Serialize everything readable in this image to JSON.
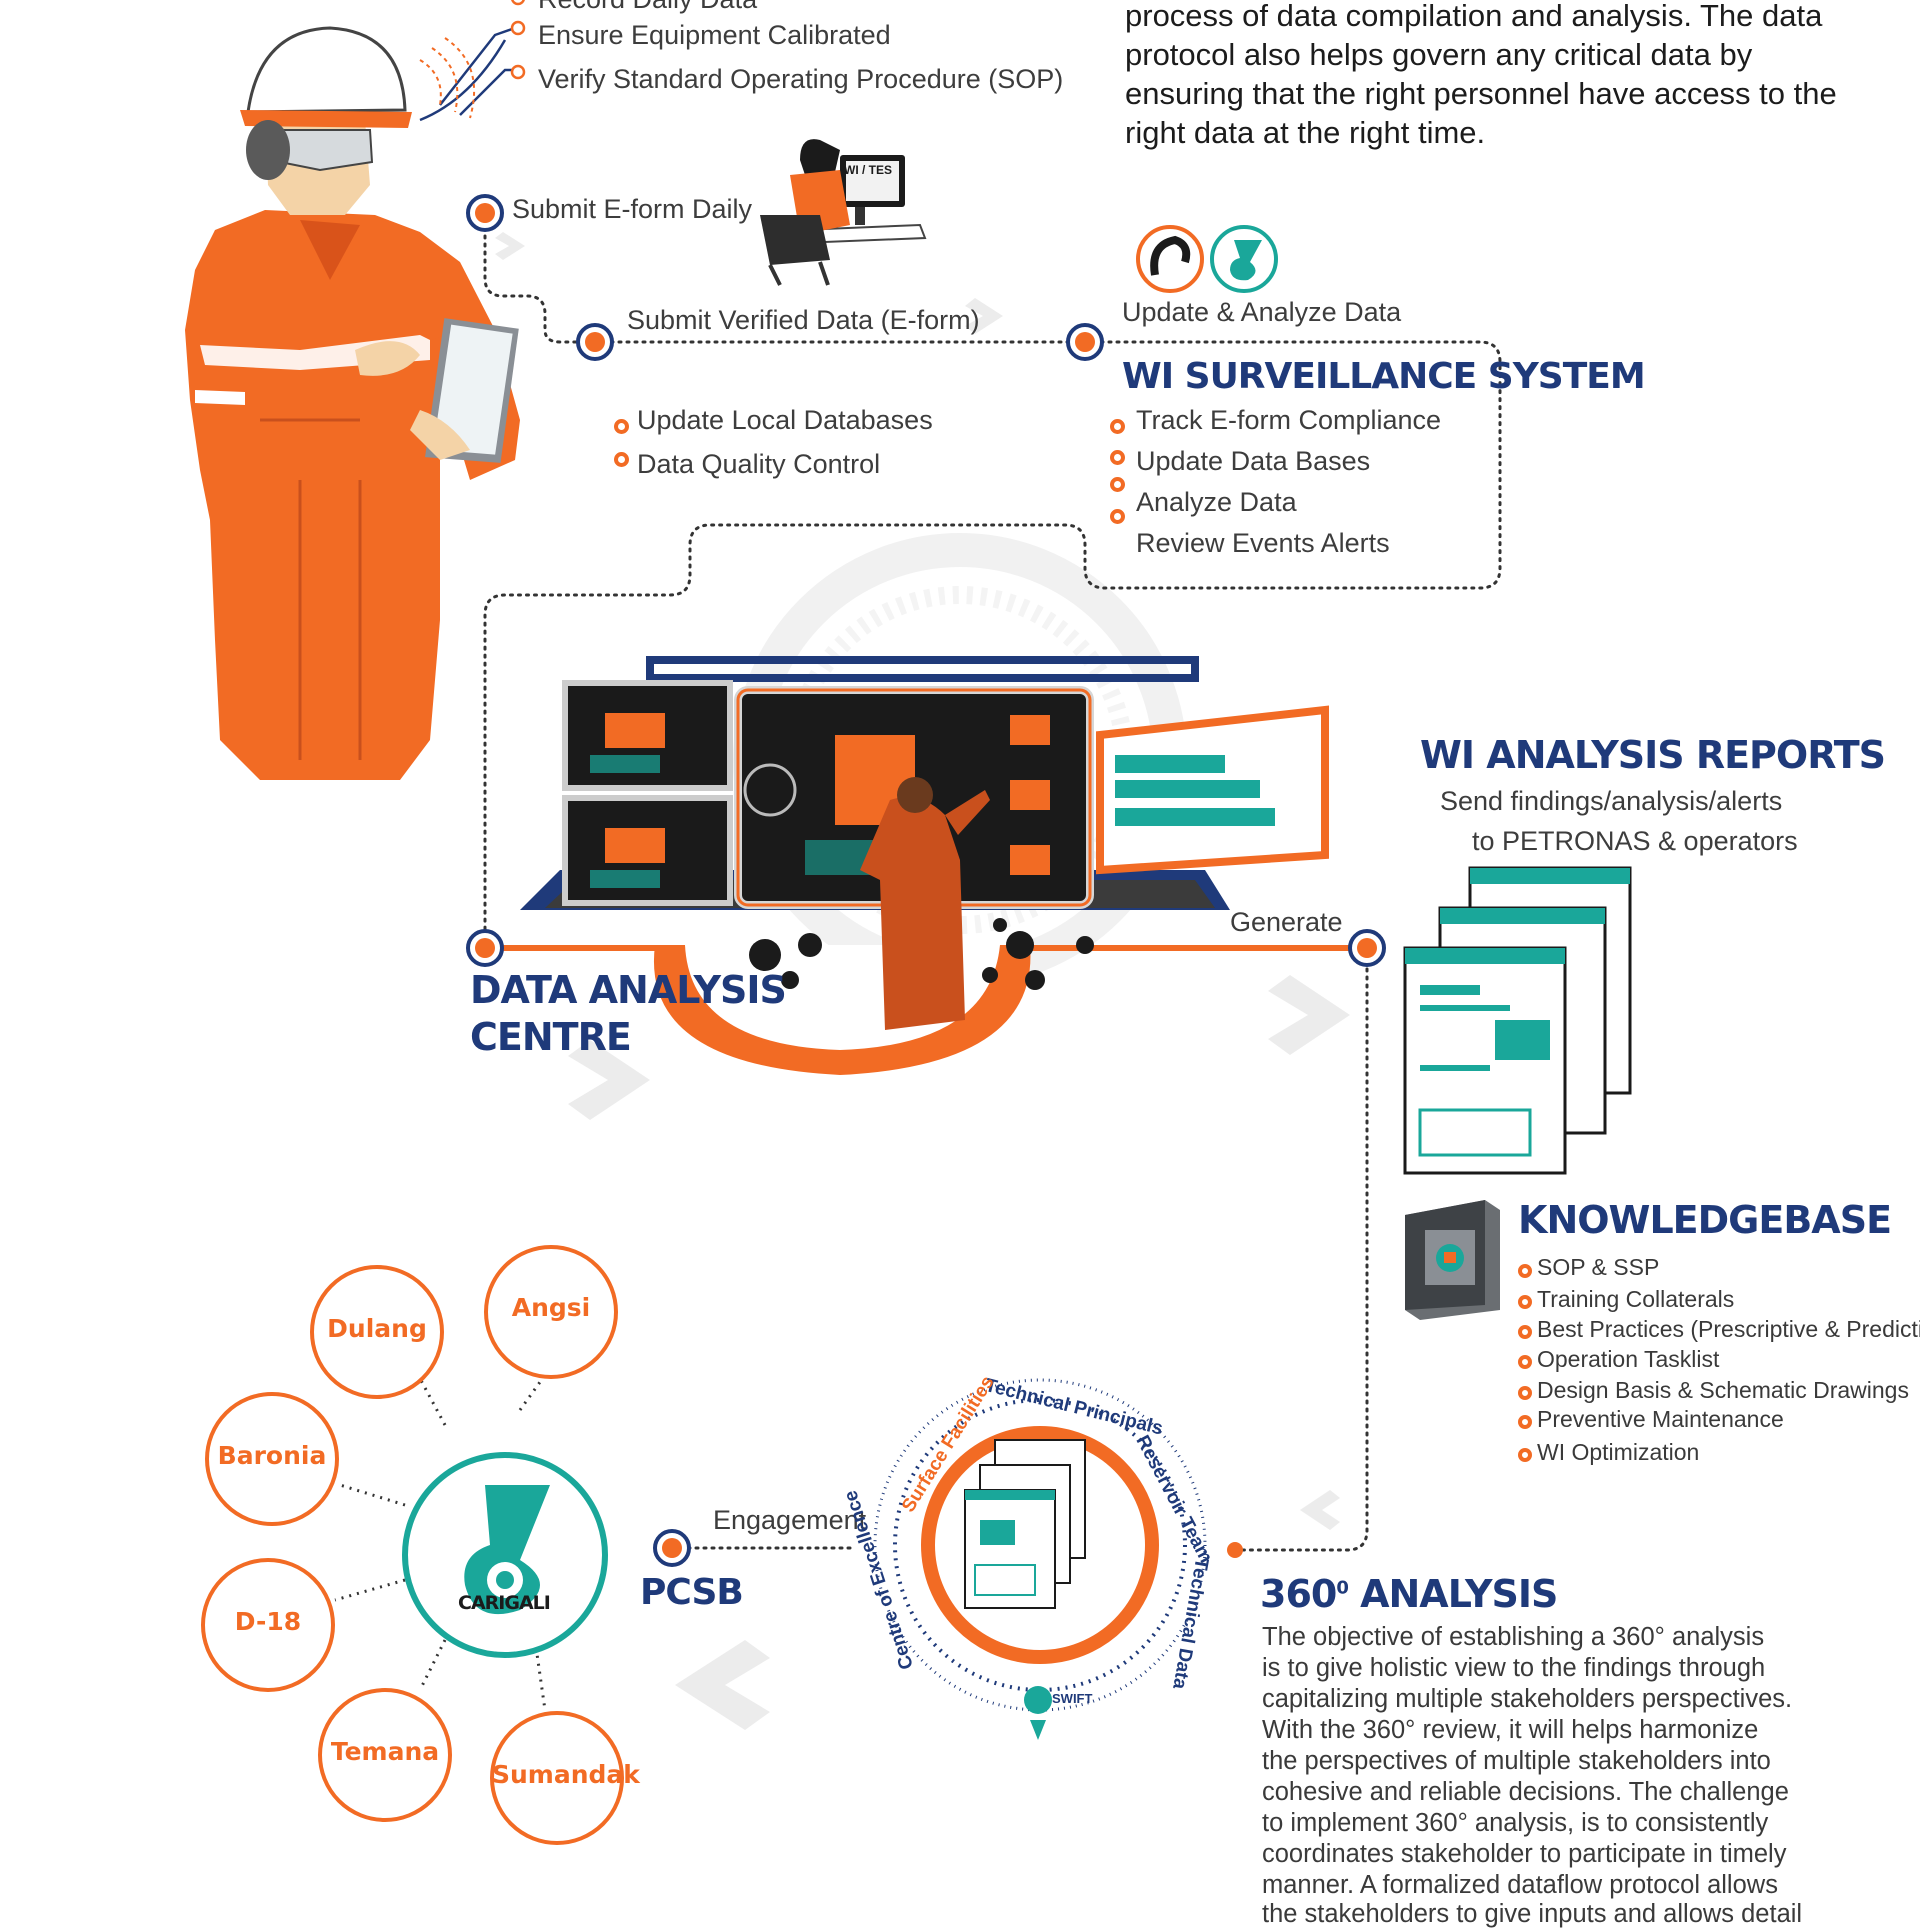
{
  "top_steps": [
    "Record Daily Data",
    "Ensure Equipment Calibrated",
    "Verify Standard Operating Procedure (SOP)"
  ],
  "intro_text": [
    "process of data compilation and analysis. The data",
    "protocol also helps govern any critical data by",
    "ensuring that the right personnel have access to the",
    "right data at the right time."
  ],
  "monitor_sign": "WI / TES",
  "flow": {
    "submit_eform": "Submit E-form Daily",
    "submit_verified": "Submit Verified Data (E-form)",
    "update_analyze": "Update & Analyze Data",
    "generate": "Generate",
    "engagement": "Engagement"
  },
  "local_tasks": [
    "Update Local Databases",
    "Data Quality Control"
  ],
  "surveillance": {
    "title": "WI SURVEILLANCE SYSTEM",
    "items": [
      "Track E-form Compliance",
      "Update Data Bases",
      "Analyze Data",
      "Review Events Alerts"
    ]
  },
  "data_centre": {
    "title_line1": "DATA ANALYSIS",
    "title_line2": "CENTRE"
  },
  "reports": {
    "title": "WI ANALYSIS REPORTS",
    "line1": "Send findings/analysis/alerts",
    "line2": "to PETRONAS & operators"
  },
  "knowledgebase": {
    "title": "KNOWLEDGEBASE",
    "items": [
      "SOP & SSP",
      "Training Collaterals",
      "Best Practices (Prescriptive & Predictive)",
      "Operation Tasklist",
      "Design Basis & Schematic Drawings",
      "Preventive Maintenance",
      "WI Optimization"
    ]
  },
  "analysis360": {
    "title": "360",
    "title_suffix": "ANALYSIS",
    "body": [
      "The objective of establishing a 360° analysis",
      "is to give holistic view to the findings through",
      "capitalizing multiple stakeholders perspectives.",
      "With the 360° review, it will helps harmonize",
      "the perspectives of multiple stakeholders into",
      "cohesive and reliable decisions. The challenge",
      "to implement 360° analysis, is to consistently",
      "coordinates stakeholder to participate in timely",
      "manner. A formalized dataflow protocol allows",
      "the stakeholders to give inputs and allows detail"
    ],
    "ring_labels": [
      "Technical Principals",
      "Reservoir Team",
      "Technical Data",
      "SWIFT",
      "Centre of Excellence",
      "Surface Facilities"
    ]
  },
  "pcsb_label": "PCSB",
  "carigali_label": "CARIGALI",
  "sites": [
    "Dulang",
    "Angsi",
    "Baronia",
    "D-18",
    "Temana",
    "Sumandak"
  ],
  "colors": {
    "orange": "#f26b24",
    "navy": "#1f3a7a",
    "teal": "#1aa79a",
    "gray_text": "#3d3d3d"
  }
}
